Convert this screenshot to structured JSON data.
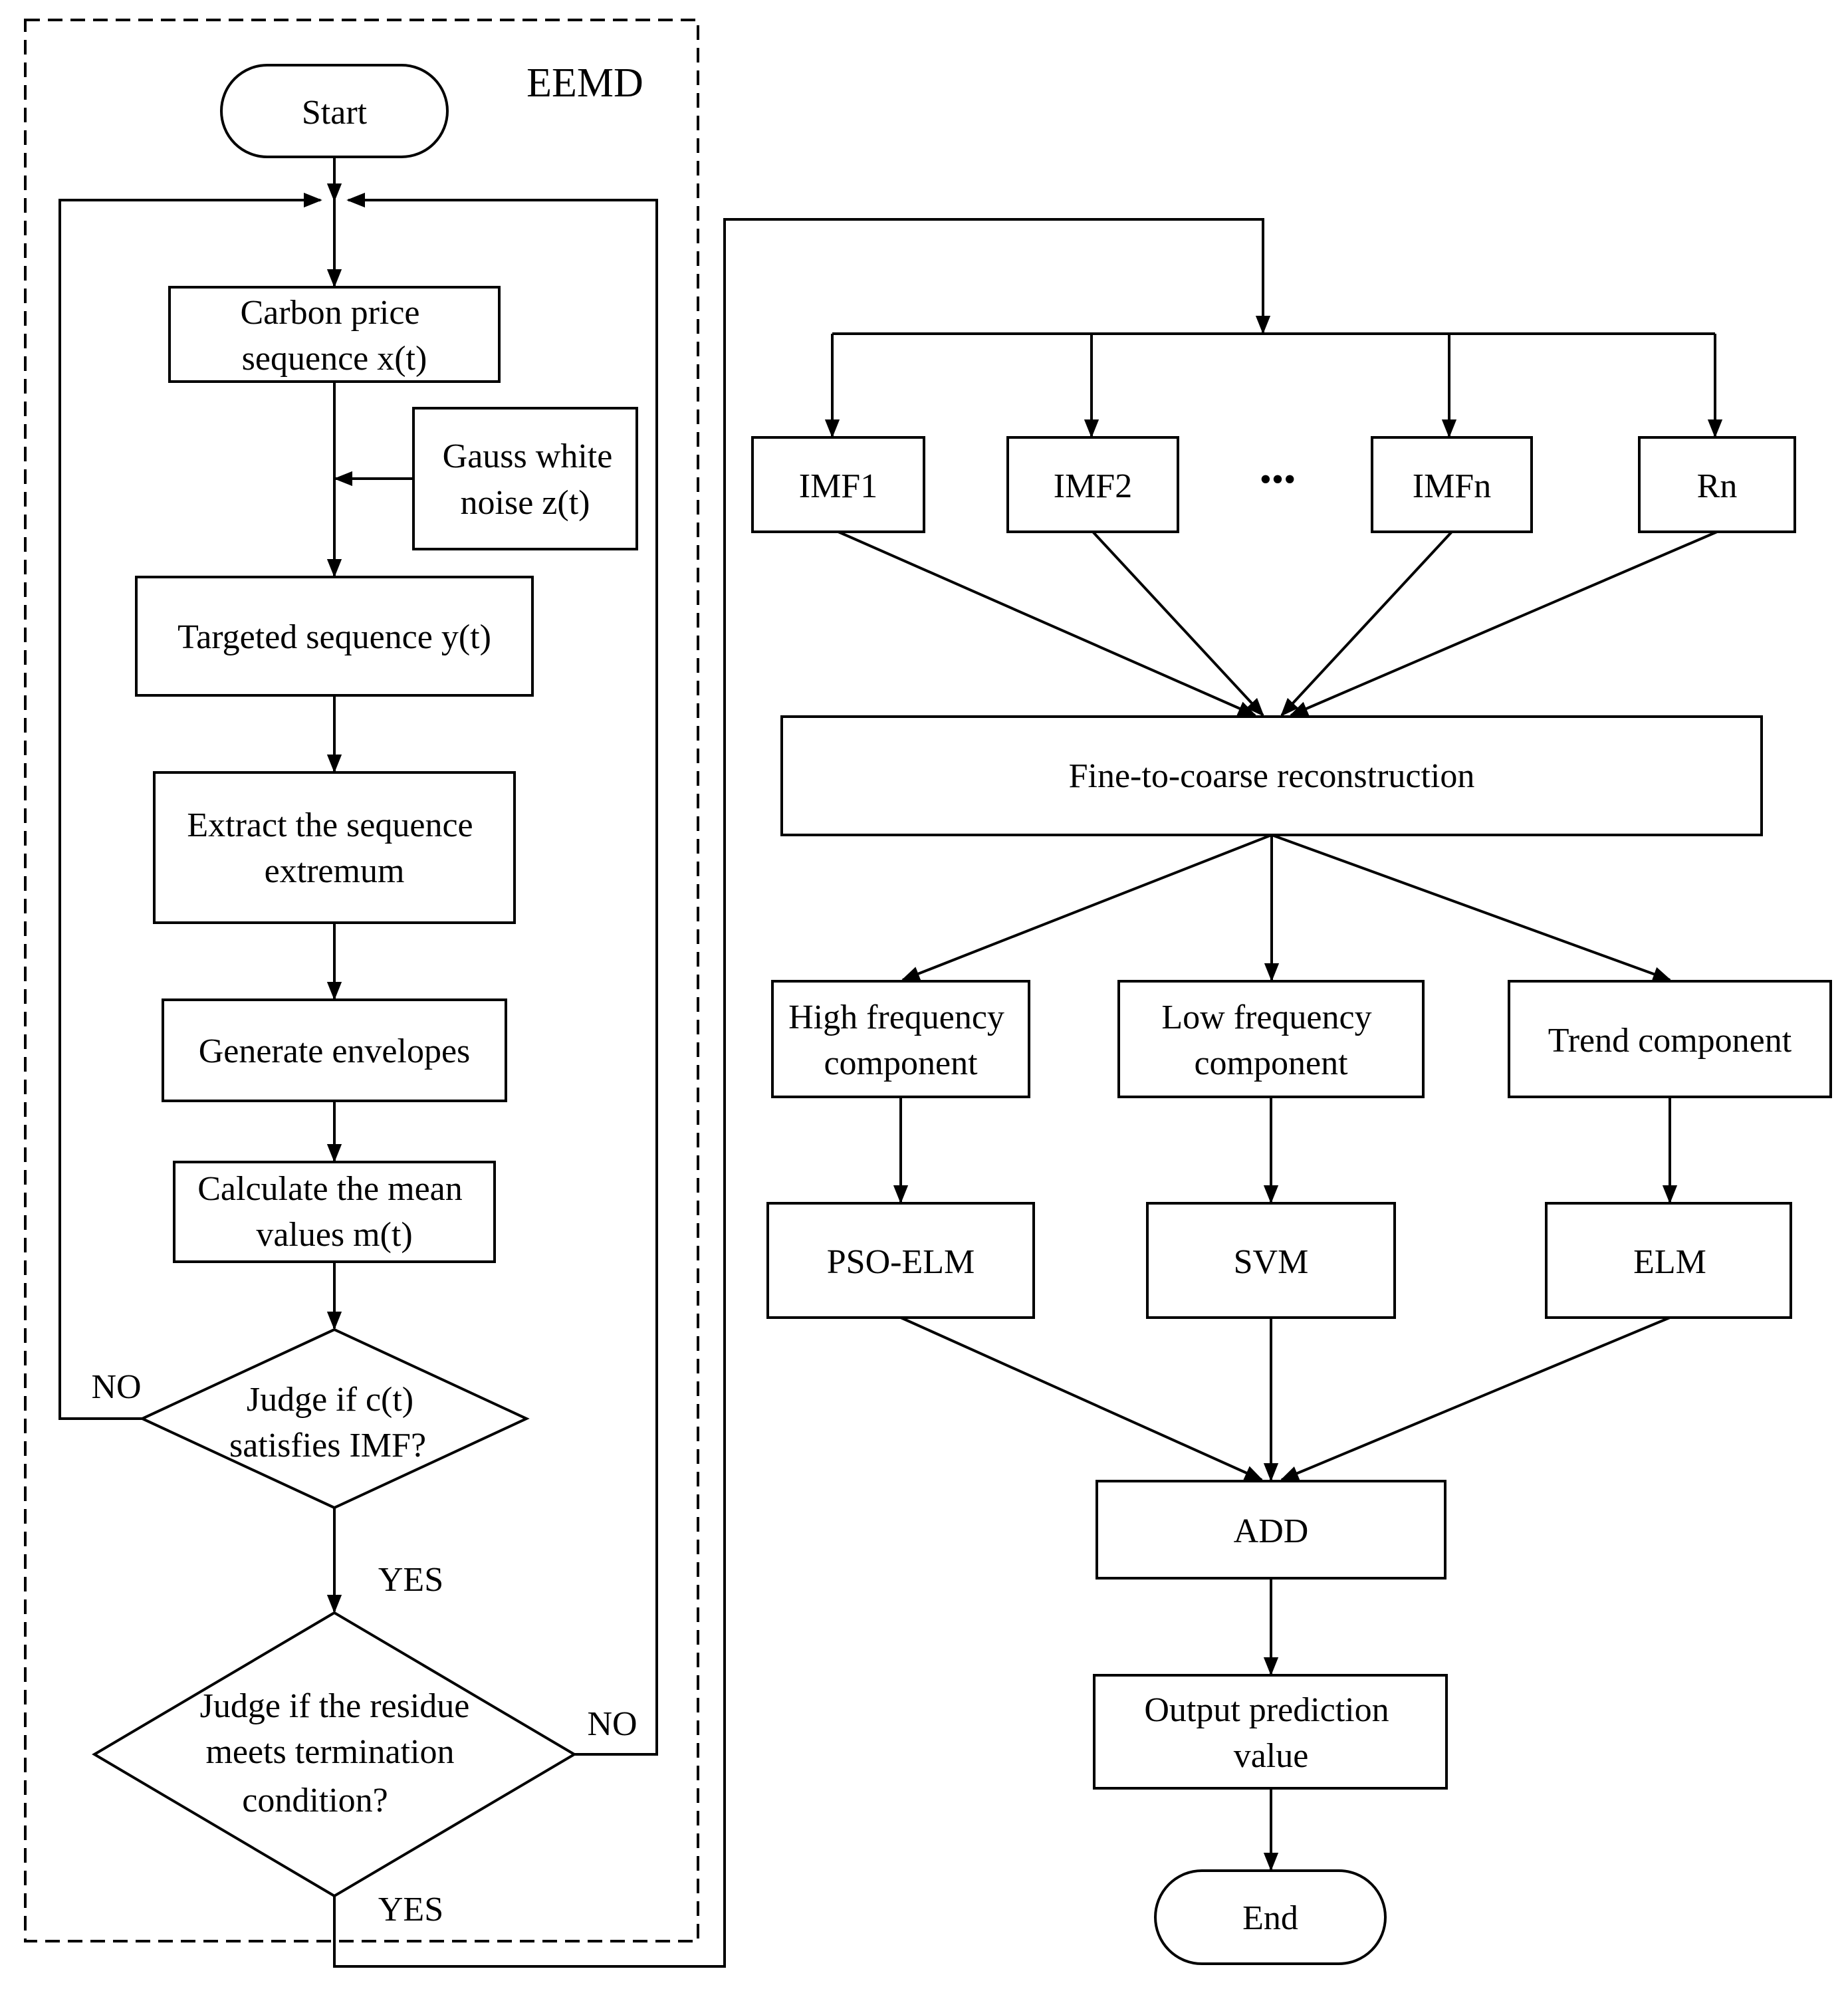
{
  "group_label": "EEMD",
  "nodes": {
    "start": "Start",
    "carbon_price": [
      "Carbon price",
      "sequence x(t)"
    ],
    "gauss_noise": [
      "Gauss white",
      "noise  z(t)"
    ],
    "targeted": "Targeted sequence  y(t)",
    "extract": [
      "Extract the sequence",
      "extremum"
    ],
    "envelopes": "Generate envelopes",
    "mean": [
      "Calculate the mean",
      "values  m(t)"
    ],
    "judge_imf": [
      "Judge if c(t)",
      "satisfies IMF?"
    ],
    "judge_residue": [
      "Judge if the residue",
      "meets  termination",
      "condition?"
    ],
    "imf1": "IMF1",
    "imf2": "IMF2",
    "ellipsis": "•••",
    "imfn": "IMFn",
    "rn": "Rn",
    "reconstruction": "Fine-to-coarse reconstruction",
    "high_freq": [
      "High frequency",
      "component"
    ],
    "low_freq": [
      "Low frequency",
      "component"
    ],
    "trend": "Trend component",
    "pso_elm": "PSO-ELM",
    "svm": "SVM",
    "elm": "ELM",
    "add": "ADD",
    "output": [
      "Output prediction",
      "value"
    ],
    "end": "End"
  },
  "edge_labels": {
    "imf_no": "NO",
    "imf_yes": "YES",
    "residue_no": "NO",
    "residue_yes": "YES"
  }
}
